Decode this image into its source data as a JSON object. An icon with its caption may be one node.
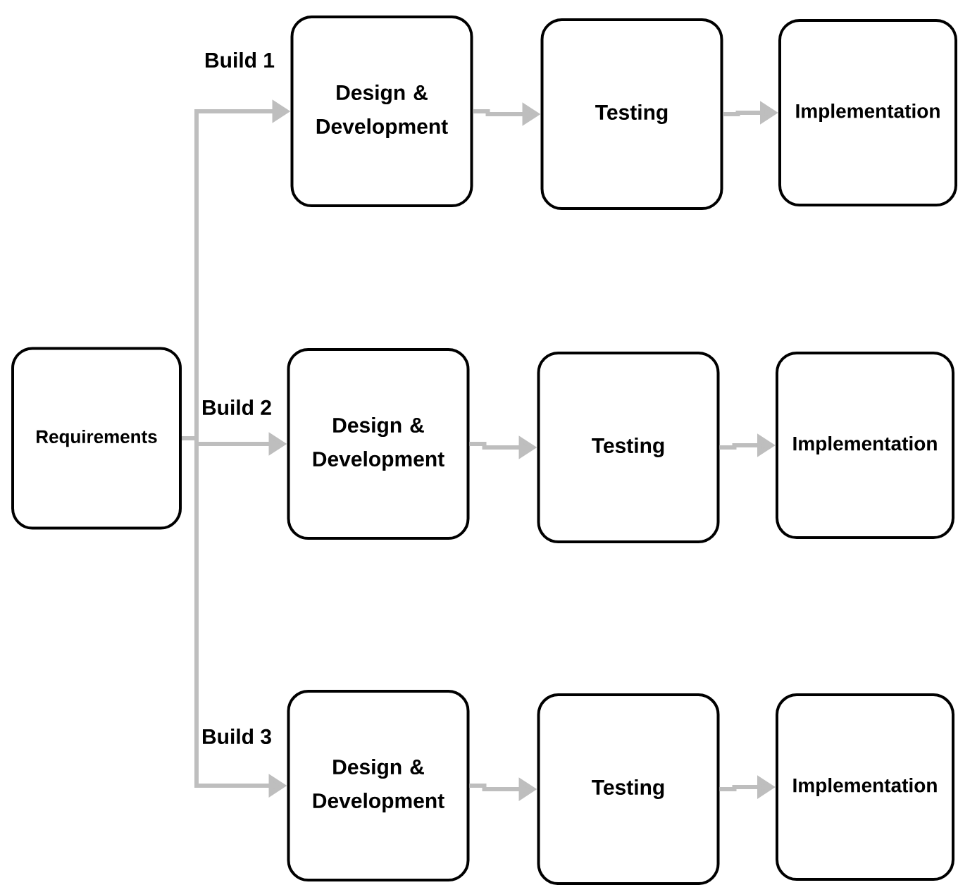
{
  "diagram": {
    "nodes": [
      {
        "text": [
          "Requirements"
        ]
      },
      {
        "text": [
          "Design & Development"
        ]
      },
      {
        "text": [
          "Testing"
        ]
      },
      {
        "text": [
          "Implementation"
        ]
      },
      {
        "text": [
          "Design & Development"
        ]
      },
      {
        "text": [
          "Testing"
        ]
      },
      {
        "text": [
          "Implementation"
        ]
      },
      {
        "text": [
          "Design & Development"
        ]
      },
      {
        "text": [
          "Testing"
        ]
      },
      {
        "text": [
          "Implementation"
        ]
      }
    ],
    "edges": [
      {
        "from": 0,
        "to": 1,
        "arrow": "to",
        "label": "Build 1"
      },
      {
        "from": 0,
        "to": 4,
        "arrow": "to",
        "label": "Build 2"
      },
      {
        "from": 0,
        "to": 7,
        "arrow": "to",
        "label": "Build 3"
      },
      {
        "from": 1,
        "to": 2,
        "arrow": "to"
      },
      {
        "from": 2,
        "to": 3,
        "arrow": "to"
      },
      {
        "from": 4,
        "to": 5,
        "arrow": "to"
      },
      {
        "from": 5,
        "to": 6,
        "arrow": "to"
      },
      {
        "from": 7,
        "to": 8,
        "arrow": "to"
      },
      {
        "from": 8,
        "to": 9,
        "arrow": "to"
      }
    ]
  }
}
